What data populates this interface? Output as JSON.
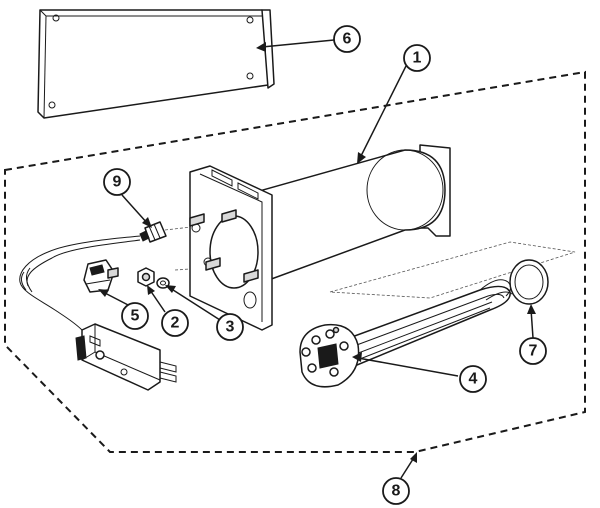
{
  "callouts": {
    "c1": "1",
    "c2": "2",
    "c3": "3",
    "c4": "4",
    "c5": "5",
    "c6": "6",
    "c7": "7",
    "c8": "8",
    "c9": "9"
  },
  "colors": {
    "line": "#1a1a1a",
    "background": "#ffffff",
    "shade": "#d9d9d9"
  }
}
